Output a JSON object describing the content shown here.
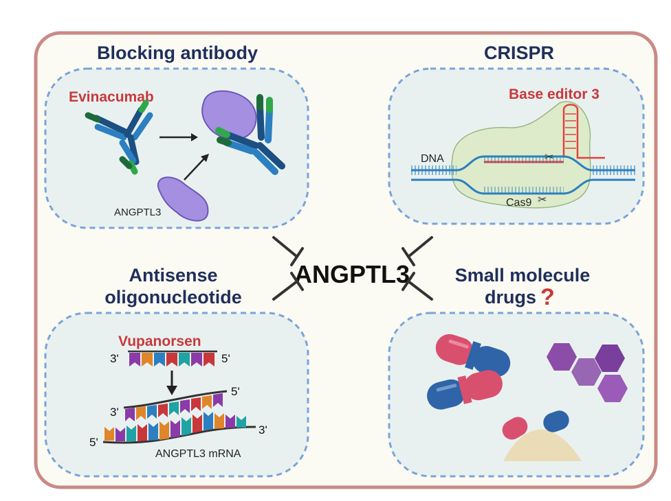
{
  "center": {
    "label": "ANGPTL3"
  },
  "quadrants": {
    "antibody": {
      "title": "Blocking antibody",
      "drug": "Evinacumab",
      "protein_label": "ANGPTL3"
    },
    "crispr": {
      "title": "CRISPR",
      "drug": "Base editor 3",
      "dna_label": "DNA",
      "enzyme_label": "Cas9"
    },
    "aso": {
      "title_line1": "Antisense",
      "title_line2": "oligonucleotide",
      "drug": "Vupanorsen",
      "mrna_label": "ANGPTL3 mRNA",
      "end_3_top": "3'",
      "end_5_top": "5'",
      "end_3_mid": "3'",
      "end_5_mid": "5'",
      "end_5_bottom": "5'",
      "end_3_bottom": "3'"
    },
    "small_molecule": {
      "title_line1": "Small molecule",
      "title_line2": "drugs",
      "mark": "?"
    }
  },
  "colors": {
    "frame_border": "#c98a86",
    "frame_fill": "#fbfaf3",
    "panel_fill": "#e9f1f0",
    "panel_dash": "#7aa4d8",
    "title_navy": "#1f2f5c",
    "drug_red": "#c8383b",
    "protein_purple": "#a58fe0"
  }
}
